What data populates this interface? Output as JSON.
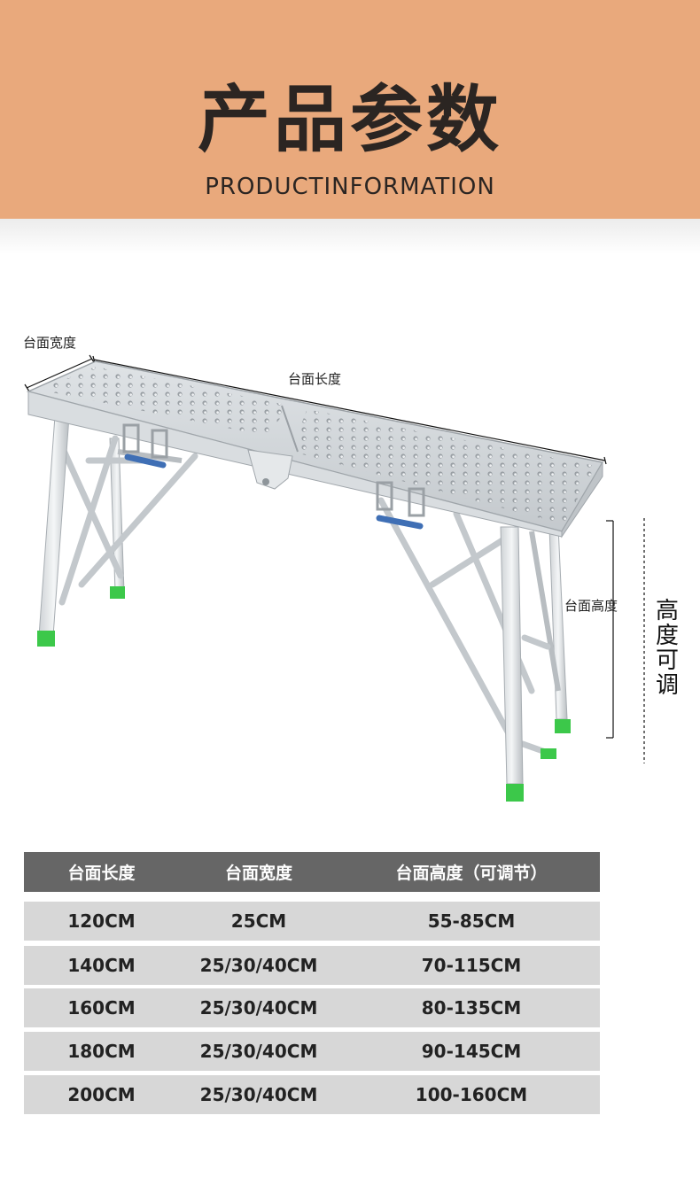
{
  "header": {
    "title": "产品参数",
    "subtitle": "PRODUCTINFORMATION"
  },
  "diagram": {
    "width_label": "台面宽度",
    "length_label": "台面长度",
    "height_label": "台面高度",
    "adjustable_label": [
      "高",
      "度",
      "可",
      "调"
    ]
  },
  "spec_table": {
    "headers": [
      "台面长度",
      "台面宽度",
      "台面高度（可调节）"
    ],
    "rows": [
      [
        "120CM",
        "25CM",
        "55-85CM"
      ],
      [
        "140CM",
        "25/30/40CM",
        "70-115CM"
      ],
      [
        "160CM",
        "25/30/40CM",
        "80-135CM"
      ],
      [
        "180CM",
        "25/30/40CM",
        "90-145CM"
      ],
      [
        "200CM",
        "25/30/40CM",
        "100-160CM"
      ]
    ]
  },
  "colors": {
    "header_bg": "#e9a97c",
    "table_header_bg": "#666666",
    "table_row_bg": "#d7d7d7",
    "foot_cap": "#3cc84a",
    "handle": "#3f6fb5"
  }
}
